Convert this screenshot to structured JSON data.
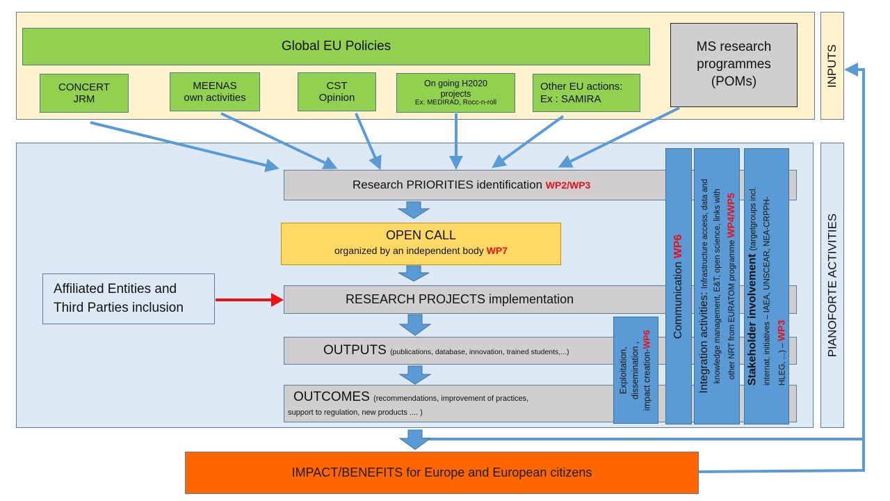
{
  "side_labels": {
    "inputs": "INPUTS",
    "activities": "PIANOFORTE ACTIVITIES"
  },
  "inputs": {
    "global_policies": "Global EU Policies",
    "sources": [
      {
        "line1": "CONCERT",
        "line2": "JRM"
      },
      {
        "line1": "MEENAS",
        "line2": "own activities"
      },
      {
        "line1": "CST",
        "line2": "Opinion"
      },
      {
        "line1": "On going H2020",
        "line2": "projects",
        "line3": "Ex: MEDIRAD, Rocc-n-roll"
      },
      {
        "line1": "Other EU actions:",
        "line2": "Ex : SAMIRA"
      }
    ],
    "ms_programmes": {
      "line1": "MS research",
      "line2": "programmes",
      "line3": "(POMs)"
    }
  },
  "flow": {
    "priorities": {
      "text": "Research PRIORITIES identification ",
      "wp": "WP2/WP3"
    },
    "open_call": {
      "title": "OPEN CALL",
      "subtitle": "organized by an independent body ",
      "wp": "WP7"
    },
    "projects": {
      "text": "RESEARCH PROJECTS implementation"
    },
    "outputs": {
      "title": "OUTPUTS ",
      "detail": "(publications, database, innovation, trained students,...)"
    },
    "outcomes": {
      "title": "OUTCOMES ",
      "detail1": "(recommendations, improvement of practices,",
      "detail2": "support to regulation, new products .... )"
    },
    "impact": "IMPACT/BENEFITS for Europe and European citizens"
  },
  "affiliated": {
    "line1": "Affiliated Entities and",
    "line2": "Third Parties inclusion"
  },
  "columns": {
    "exploitation": {
      "line1": "Exploitation,",
      "line2": "dissemination ,",
      "line3": "impact creation-",
      "wp": "WP6"
    },
    "communication": {
      "text": "Communication  ",
      "wp": "WP6"
    },
    "integration": {
      "title": "Integration activities: ",
      "line1": "Infrastructure access, data and",
      "line2": "knowledge management, E&T, open science, links with",
      "line3": "other NRT from EURATOM programme ",
      "wp": "WP4/WP5"
    },
    "stakeholder": {
      "title": "Stakeholder involvement ",
      "line1": "(targetgroups incl.",
      "line2": "internat. initiatives – IAEA, UNSCEAR, NEA-CRPPH-",
      "line3": "HLEG, ...) – ",
      "wp": "WP3"
    }
  },
  "colors": {
    "accent_blue": "#5b9bd5",
    "wp_red": "#e8101a",
    "impact_orange": "#ff6600",
    "policy_green": "#92d050",
    "open_call_yellow": "#ffd966"
  }
}
